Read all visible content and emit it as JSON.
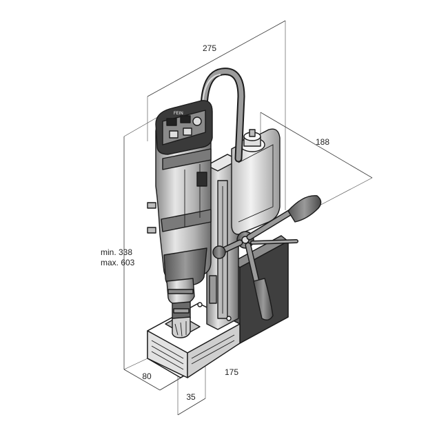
{
  "dimensions": {
    "width_top": "275",
    "depth_right": "188",
    "height_min": "min. 338",
    "height_max": "max. 603",
    "base_depth": "80",
    "base_length": "175",
    "bit_offset": "35"
  },
  "colors": {
    "body_dark": "#6e6e6e",
    "body_mid": "#a8a8a8",
    "body_light": "#d2d2d2",
    "highlight": "#efefef",
    "line": "#1a1a1a"
  }
}
